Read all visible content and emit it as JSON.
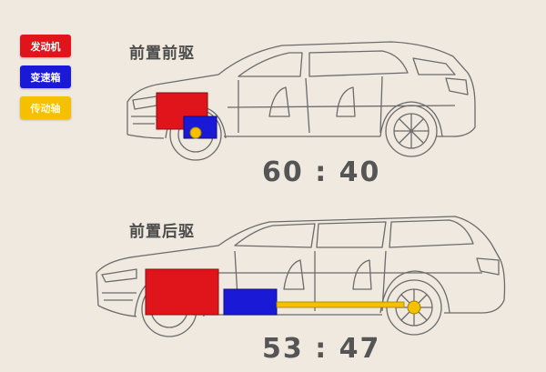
{
  "legend": [
    {
      "label": "发动机",
      "color": "#e0141b"
    },
    {
      "label": "变速箱",
      "color": "#1a1ad6"
    },
    {
      "label": "传动轴",
      "color": "#f5c000"
    }
  ],
  "sections": [
    {
      "title": "前置前驱",
      "ratio": "60 : 40"
    },
    {
      "title": "前置后驱",
      "ratio": "53 : 47"
    }
  ],
  "colors": {
    "line": "#6b6b6b",
    "background": "#efe9df"
  }
}
